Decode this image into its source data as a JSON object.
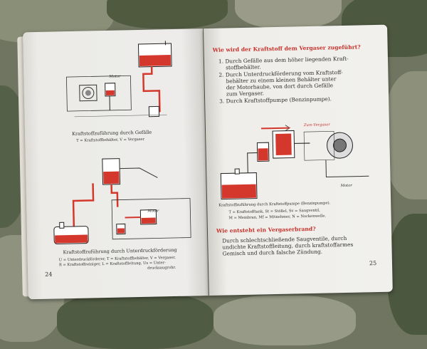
{
  "left_page": {
    "fig1_caption": "Kraftstoffzuführung durch Gefälle",
    "fig1_legend": "T = Kraftstoffbehälter, V = Vergaser",
    "fig1_label_motor": "Motor",
    "fig2_label_motor": "Motor",
    "fig2_caption": "Kraftstoffzuführung durch Unterdruckförderung",
    "fig2_legend_1": "U = Unterdruckförderer, T = Kraftstoffbehälter, V = Vergaser,",
    "fig2_legend_2": "R = Kraftstoffreiniger, L = Kraftstoffleitung, Us = Unter-",
    "fig2_legend_3": "drucksaugrohr.",
    "page_number": "24"
  },
  "right_page": {
    "heading_1": "Wie wird der Kraftstoff dem Vergaser zugeführt?",
    "item_1a": "1. Durch Gefälle aus dem höher liegenden Kraft-",
    "item_1b": "stoffbehälter.",
    "item_2a": "2. Durch Unterdruckförderung vom Kraftstoff-",
    "item_2b": "behälter zu einem kleinen Behälter unter",
    "item_2c": "der Motorhaube, von dort durch Gefälle",
    "item_2d": "zum Vergaser.",
    "item_3": "3. Durch Kraftstoffpumpe (Benzinpumpe).",
    "fig3_label_vergaser": "Zum Vergaser",
    "fig3_label_motor": "Motor",
    "fig3_caption": "Kraftstoffzuführung durch Kraftstoffpumpe (Benzinpumpe).",
    "fig3_legend_1": "T = Kraftstofftank, St = Stößel, Sv = Saugventil,",
    "fig3_legend_2": "M = Membran, Mf = Mitnehmer, N = Nockenwelle.",
    "heading_2": "Wie entsteht ein Vergaserbrand?",
    "para_a": "Durch schlechtschließende Saugventile, durch",
    "para_b": "undichte Kraftstoffleitung, durch kraftstoffarmes",
    "para_c": "Gemisch und durch falsche Zündung.",
    "page_number": "25"
  }
}
